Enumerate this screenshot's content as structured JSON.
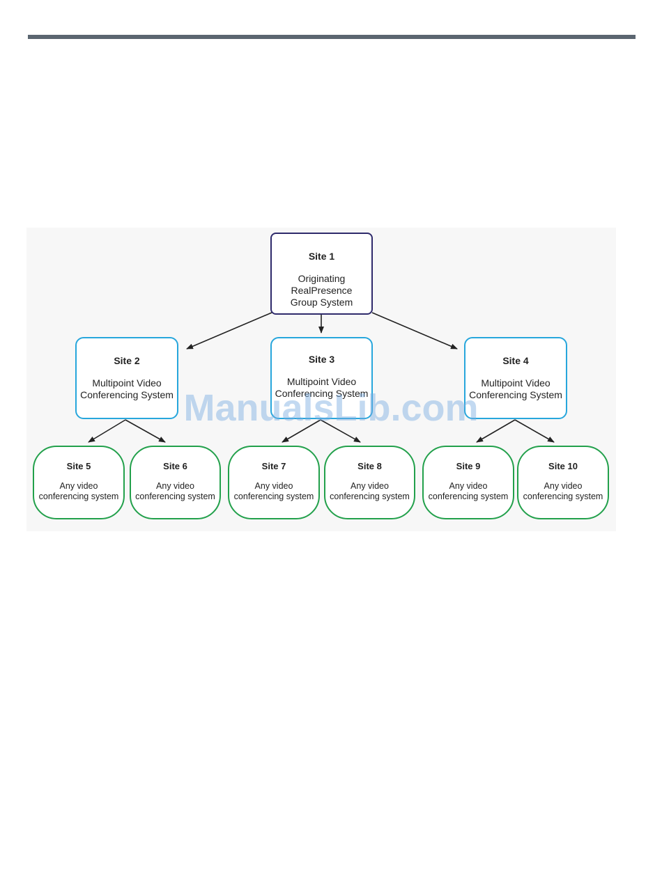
{
  "diagram": {
    "nodes": [
      {
        "id": "site1",
        "title": "Site 1",
        "desc": [
          "Originating",
          "RealPresence",
          "Group System"
        ]
      },
      {
        "id": "site2",
        "title": "Site 2",
        "desc": [
          "Multipoint Video",
          "Conferencing System"
        ]
      },
      {
        "id": "site3",
        "title": "Site 3",
        "desc": [
          "Multipoint Video",
          "Conferencing System"
        ]
      },
      {
        "id": "site4",
        "title": "Site 4",
        "desc": [
          "Multipoint Video",
          "Conferencing System"
        ]
      },
      {
        "id": "site5",
        "title": "Site 5",
        "desc": [
          "Any video",
          "conferencing system"
        ]
      },
      {
        "id": "site6",
        "title": "Site 6",
        "desc": [
          "Any video",
          "conferencing system"
        ]
      },
      {
        "id": "site7",
        "title": "Site 7",
        "desc": [
          "Any video",
          "conferencing system"
        ]
      },
      {
        "id": "site8",
        "title": "Site 8",
        "desc": [
          "Any video",
          "conferencing system"
        ]
      },
      {
        "id": "site9",
        "title": "Site 9",
        "desc": [
          "Any video",
          "conferencing system"
        ]
      },
      {
        "id": "site10",
        "title": "Site 10",
        "desc": [
          "Any video",
          "conferencing system"
        ]
      }
    ],
    "edges": [
      [
        "site1",
        "site2"
      ],
      [
        "site1",
        "site3"
      ],
      [
        "site1",
        "site4"
      ],
      [
        "site2",
        "site5"
      ],
      [
        "site2",
        "site6"
      ],
      [
        "site3",
        "site7"
      ],
      [
        "site3",
        "site8"
      ],
      [
        "site4",
        "site9"
      ],
      [
        "site4",
        "site10"
      ]
    ],
    "colors": {
      "top_border": "#2e2a6b",
      "mid_border": "#27a6dc",
      "leaf_border": "#22a04b",
      "arrow": "#222222"
    }
  },
  "watermark": "ManualsLib.com"
}
